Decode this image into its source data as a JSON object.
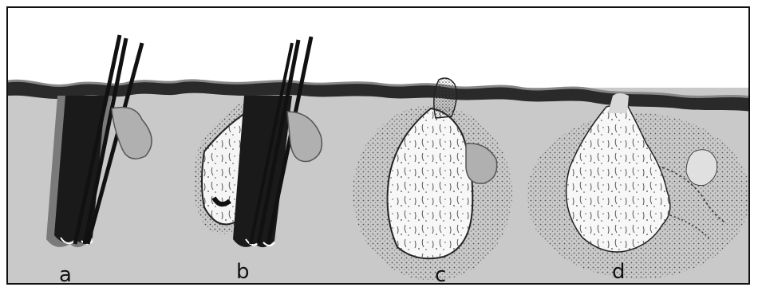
{
  "panels": [
    {
      "id": "a",
      "label": "a"
    },
    {
      "id": "b",
      "label": "b"
    },
    {
      "id": "c",
      "label": "c"
    },
    {
      "id": "d",
      "label": "d"
    }
  ],
  "colors": {
    "dermis": "#c9c9c9",
    "epidermis": "#2a2a2a",
    "hair": "#111111",
    "gland": "#9a9a9a",
    "lesion": "#f7f7f7",
    "inflammation": "#555555"
  }
}
